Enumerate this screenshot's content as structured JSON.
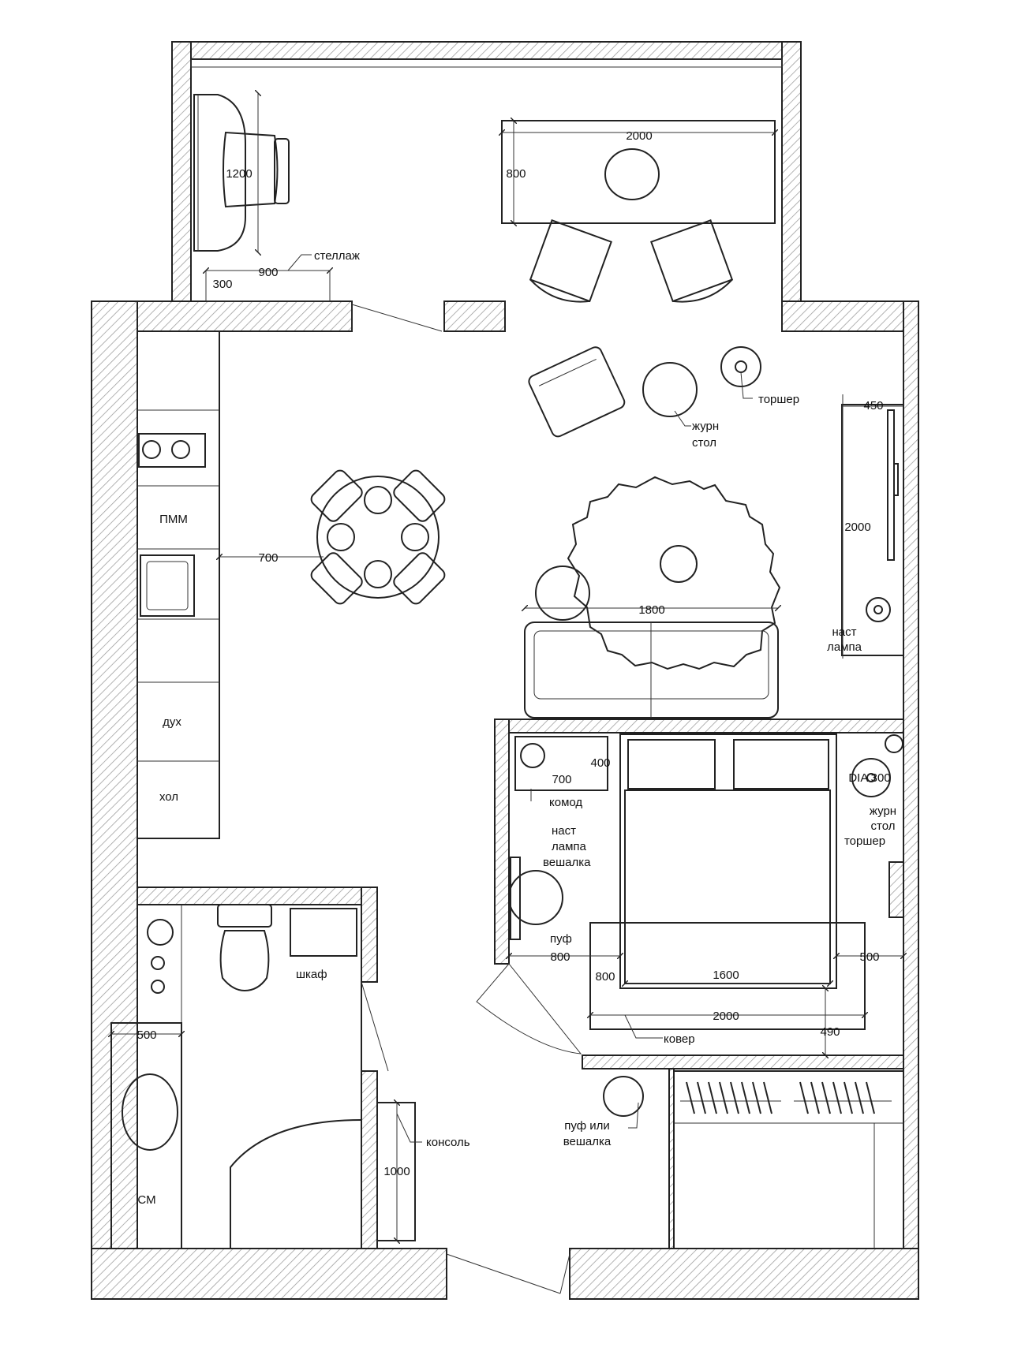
{
  "balcony": {
    "sofa_width": "1200",
    "table_length": "2000",
    "table_depth": "800",
    "shelf_label": "стеллаж",
    "shelf_length": "900",
    "shelf_depth": "300"
  },
  "kitchen": {
    "dishwasher": "ПММ",
    "oven": "дух",
    "fridge": "хол",
    "passage": "700"
  },
  "living": {
    "floor_lamp": "торшер",
    "coffee_table_line1": "журн",
    "coffee_table_line2": "стол",
    "sofa_length": "1800",
    "tv_unit_depth": "450",
    "tv_unit_length": "2000",
    "wall_lamp_line1": "наст",
    "wall_lamp_line2": "лампа"
  },
  "bedroom": {
    "dresser_depth": "400",
    "dresser_length": "700",
    "dresser_label": "комод",
    "table_lamp_line1": "наст",
    "table_lamp_line2": "лампа",
    "hanger": "вешалка",
    "pouf": "пуф",
    "clearance_left": "800",
    "clearance_right": "500",
    "rug_depth": "800",
    "bed_width": "1600",
    "rug_length": "2000",
    "clearance_foot": "490",
    "rug_label": "ковер",
    "side_table_dia": "DIA 300",
    "side_table_line1": "журн",
    "side_table_line2": "стол",
    "floor_lamp": "торшер"
  },
  "bathroom": {
    "cabinet": "шкаф",
    "vanity_depth": "500",
    "washer": "СМ"
  },
  "hall": {
    "console": "консоль",
    "console_length": "1000",
    "pouf_line1": "пуф или",
    "pouf_line2": "вешалка"
  }
}
